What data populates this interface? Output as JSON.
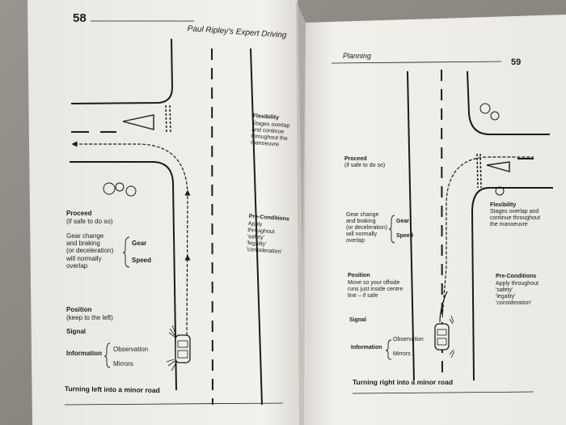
{
  "left_page": {
    "page_number": "58",
    "running_head": "Paul Ripley's Expert Driving",
    "labels": {
      "flexibility_title": "Flexibility",
      "flexibility_lines": [
        "Stages overlap",
        "and continue",
        "throughout the",
        "manoeuvre"
      ],
      "proceed_title": "Proceed",
      "proceed_sub": "(if safe to do so)",
      "gear_text": [
        "Gear change",
        "and braking",
        "(or deceleration)",
        "will normally",
        "overlap"
      ],
      "gear": "Gear",
      "speed": "Speed",
      "preconditions_title": "Pre-Conditions",
      "preconditions_lines": [
        "Apply",
        "throughout",
        "'safety'",
        "'legality'",
        "'consideration'"
      ],
      "position_title": "Position",
      "position_sub": "(keep to the left)",
      "signal": "Signal",
      "information": "Information",
      "observation": "Observation",
      "mirrors": "Mirrors"
    },
    "caption": "Turning left into a minor road"
  },
  "right_page": {
    "page_number": "59",
    "running_head": "Planning",
    "labels": {
      "proceed_title": "Proceed",
      "proceed_sub": "(if safe to do so)",
      "gear_text": [
        "Gear change",
        "and braking",
        "(or deceleration)",
        "will normally",
        "overlap"
      ],
      "gear": "Gear",
      "speed": "Speed",
      "flexibility_title": "Flexibility",
      "flexibility_lines": [
        "Stages overlap and",
        "continue throughout",
        "the manoeuvre"
      ],
      "position_title": "Position",
      "position_lines": [
        "Move so your offside",
        "runs just inside centre",
        "line – if safe"
      ],
      "preconditions_title": "Pre-Conditions",
      "preconditions_lines": [
        "Apply throughout",
        "'safety'",
        "'legality'",
        "'consideration'"
      ],
      "signal": "Signal",
      "information": "Information",
      "observation": "Observation",
      "mirrors": "Mirrors"
    },
    "caption": "Turning right into a minor road"
  },
  "colors": {
    "background": "#8b8580",
    "page": "#f1efea",
    "ink": "#1b1b1b"
  }
}
